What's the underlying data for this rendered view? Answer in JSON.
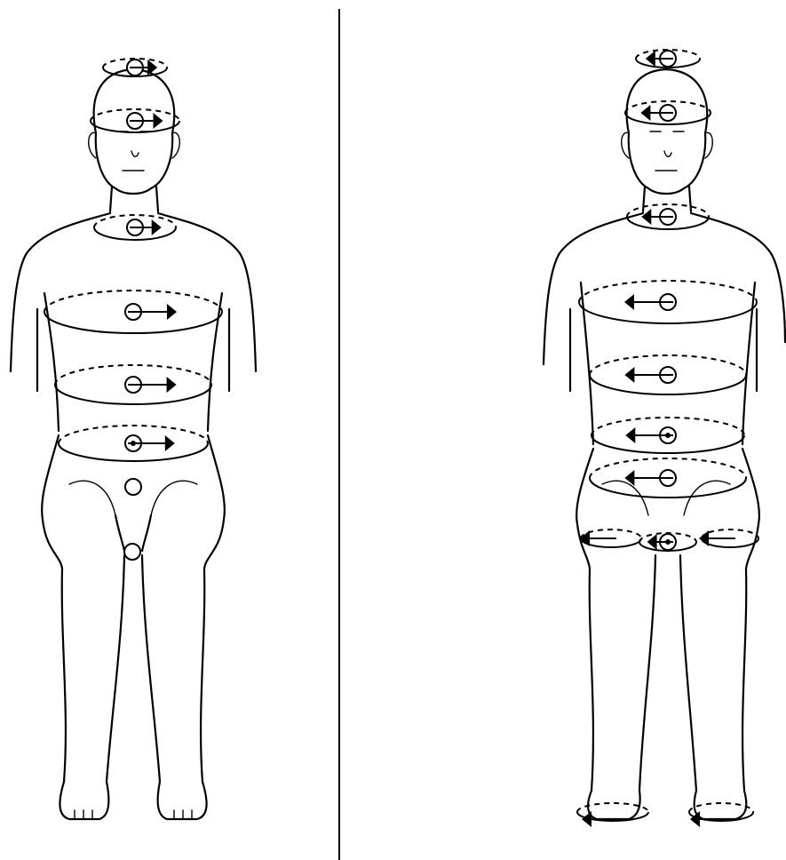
{
  "colors": {
    "line": "#000000",
    "background": "#ffffff"
  },
  "figures": [
    {
      "name": "figure-left",
      "rotation_direction": "clockwise",
      "rotation_rings": [
        {
          "name": "crown",
          "has_ring": true
        },
        {
          "name": "head",
          "has_ring": true
        },
        {
          "name": "throat",
          "has_ring": true
        },
        {
          "name": "heart",
          "has_ring": true
        },
        {
          "name": "solar-plexus",
          "has_ring": true
        },
        {
          "name": "sacral",
          "has_ring": true
        },
        {
          "name": "pelvis",
          "has_ring": false
        },
        {
          "name": "root",
          "has_ring": false
        }
      ]
    },
    {
      "name": "figure-right",
      "rotation_direction": "counterclockwise",
      "rotation_rings": [
        {
          "name": "crown",
          "has_ring": true
        },
        {
          "name": "head",
          "has_ring": true
        },
        {
          "name": "throat",
          "has_ring": true
        },
        {
          "name": "heart",
          "has_ring": true
        },
        {
          "name": "solar-plexus",
          "has_ring": true
        },
        {
          "name": "sacral",
          "has_ring": true
        },
        {
          "name": "pelvis",
          "has_ring": true
        },
        {
          "name": "root",
          "has_ring": true
        },
        {
          "name": "left-hip",
          "has_ring": true
        },
        {
          "name": "right-hip",
          "has_ring": true
        },
        {
          "name": "left-foot",
          "has_ring": true
        },
        {
          "name": "right-foot",
          "has_ring": true
        }
      ]
    }
  ]
}
